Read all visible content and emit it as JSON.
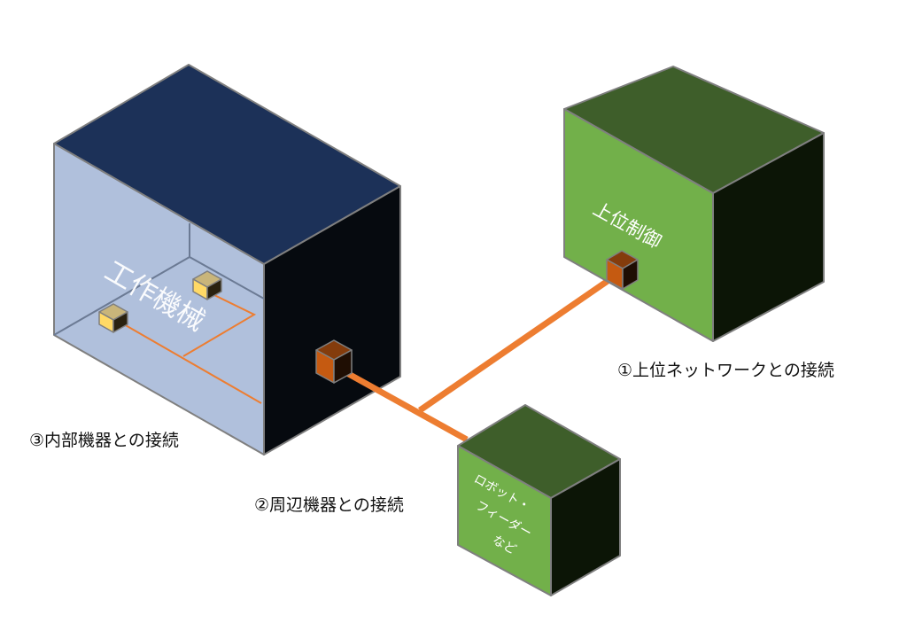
{
  "boxes": {
    "machine": {
      "label": "工作機械"
    },
    "upper": {
      "label": "上位制御"
    },
    "robot": {
      "label_lines": [
        "ロボット・",
        "フィーダー",
        "など"
      ]
    }
  },
  "labels": {
    "network": "①上位ネットワークとの接続",
    "peripheral": "②周辺機器との接続",
    "internal": "③内部機器との接続"
  },
  "colors": {
    "cable": "#ed7d31",
    "machine_top": "#1c3158",
    "machine_front": "#b0c0dc",
    "green_front": "#72b04a",
    "green_top": "#3e5e2a"
  }
}
